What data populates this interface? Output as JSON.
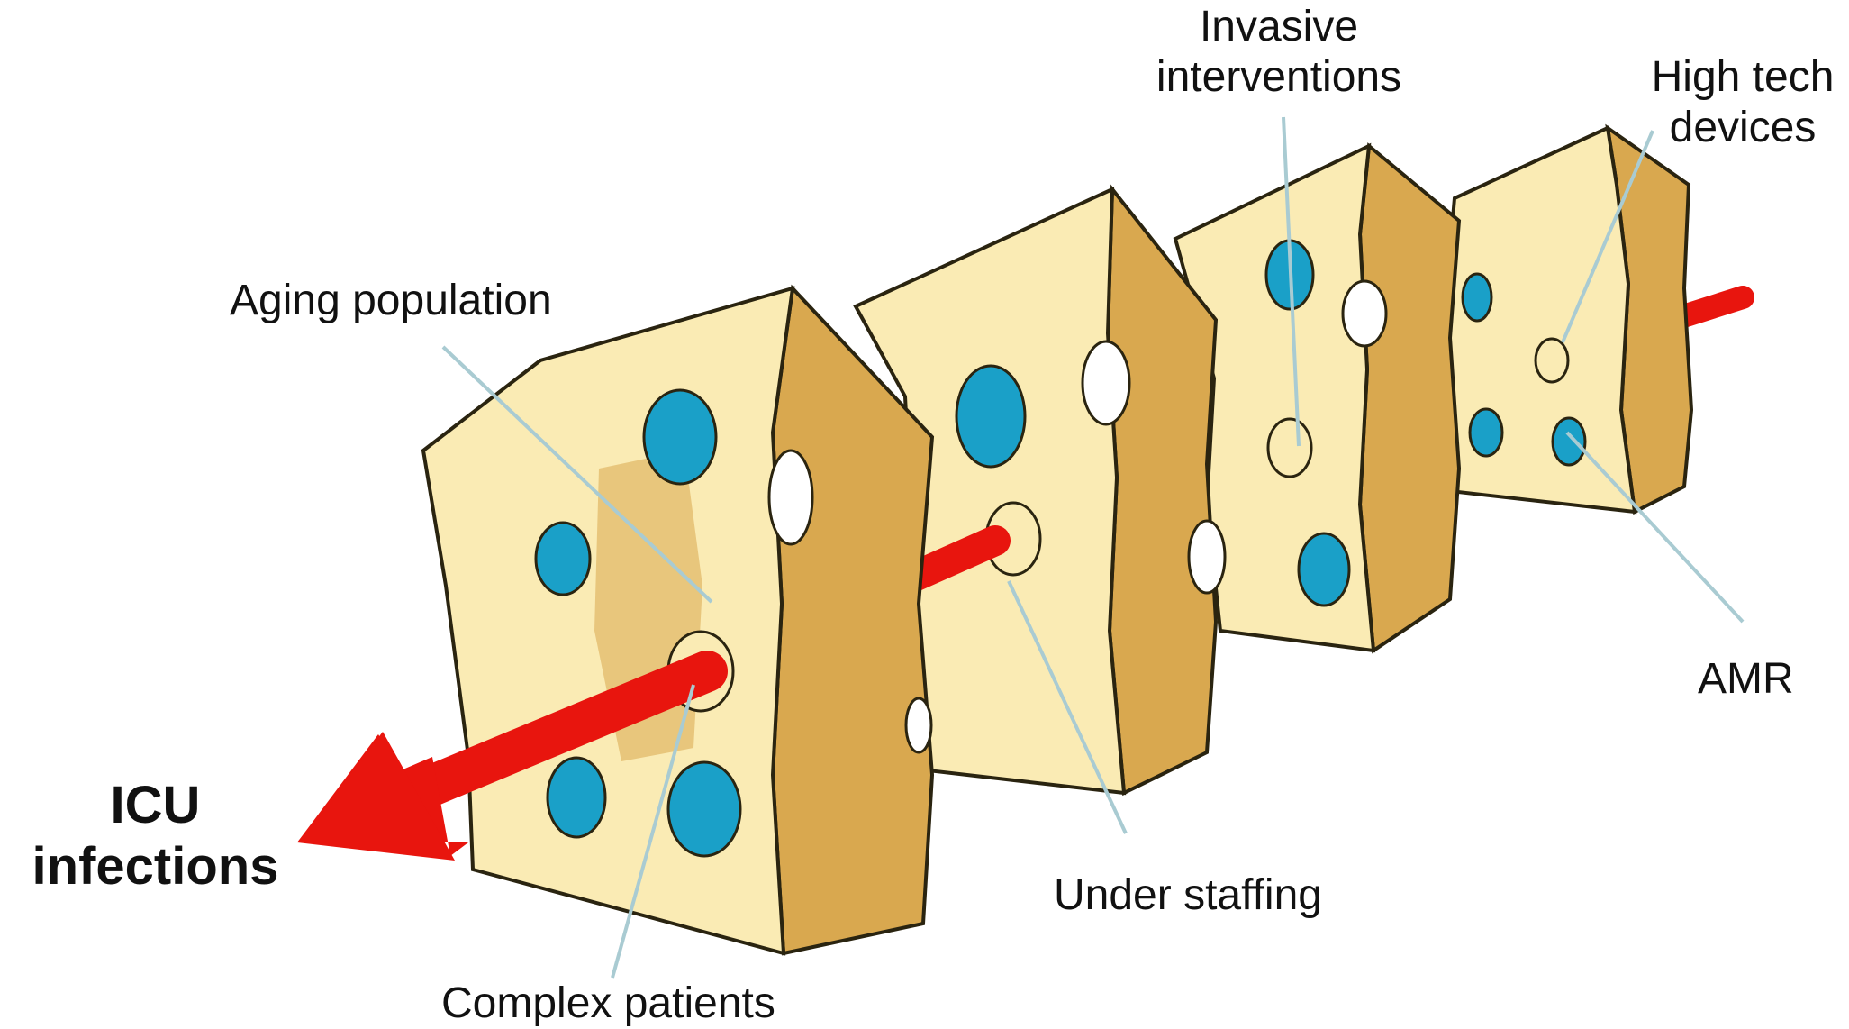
{
  "labels": {
    "outcome": {
      "line1": "ICU",
      "line2": "infections"
    },
    "aging_population": "Aging population",
    "complex_patients": "Complex patients",
    "under_staffing": "Under staffing",
    "invasive_interventions": {
      "line1": "Invasive",
      "line2": "interventions"
    },
    "high_tech_devices": {
      "line1": "High tech",
      "line2": "devices"
    },
    "amr": "AMR"
  },
  "colors": {
    "cheese_face": "#FAEBB4",
    "cheese_side": "#D9A84F",
    "cheese_outline": "#2a2410",
    "hole_blue": "#1AA0C8",
    "arrow_red": "#E8150E",
    "pointer_line": "#A9CBD2"
  }
}
